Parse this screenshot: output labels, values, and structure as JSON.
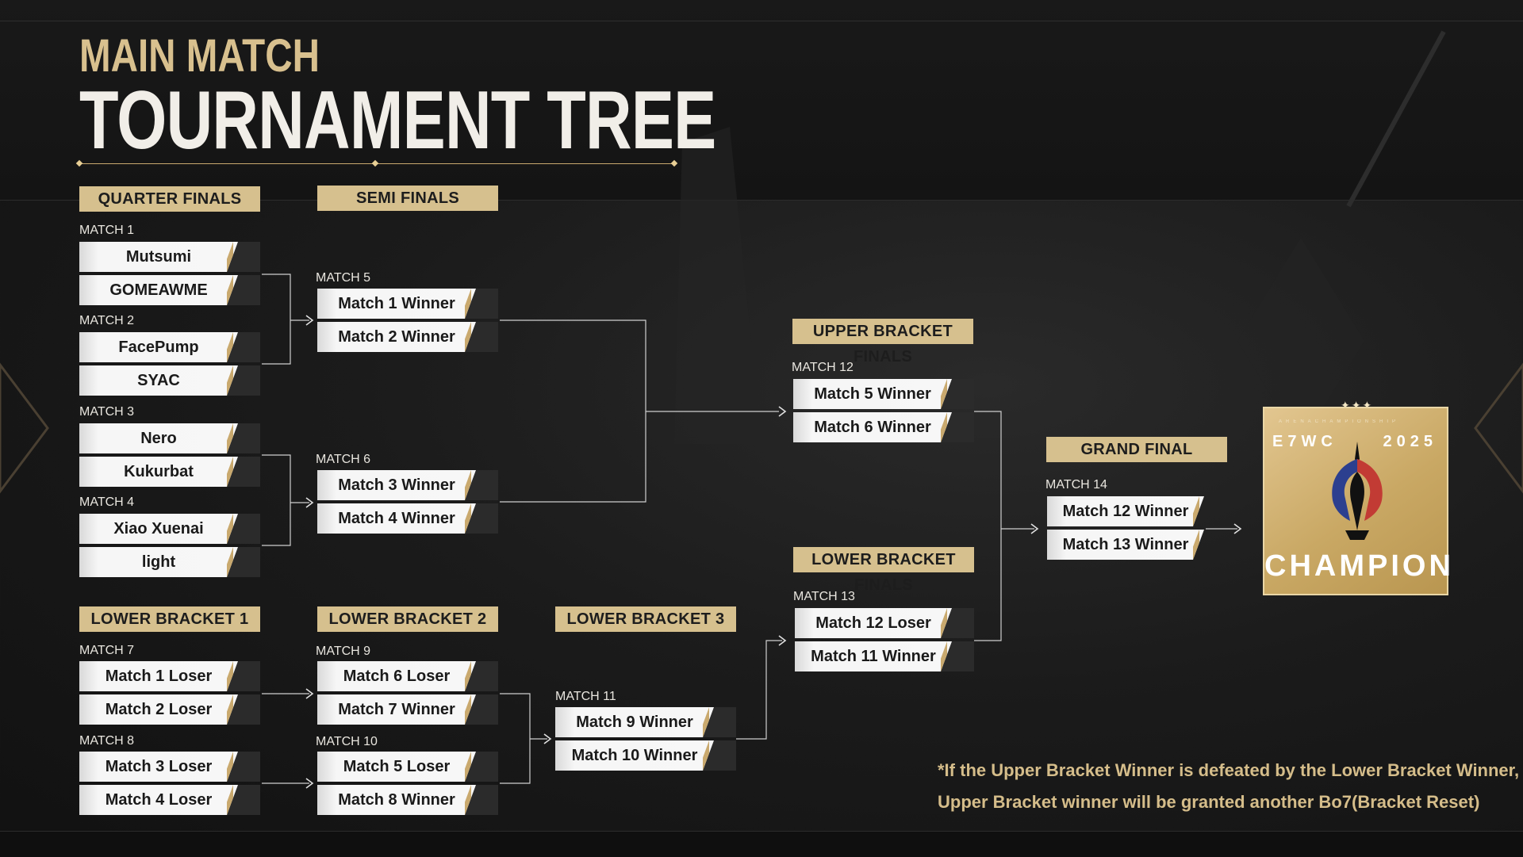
{
  "header": {
    "subtitle": "MAIN MATCH",
    "title": "TOURNAMENT TREE"
  },
  "sections": {
    "quarter_finals": "QUARTER FINALS",
    "semi_finals": "SEMI FINALS",
    "upper_bracket_finals": "UPPER BRACKET FINALS",
    "lower_bracket_finals": "LOWER BRACKET FINALS",
    "grand_final": "GRAND FINAL",
    "lower_bracket_1": "LOWER BRACKET 1",
    "lower_bracket_2": "LOWER BRACKET 2",
    "lower_bracket_3": "LOWER BRACKET 3"
  },
  "matches": {
    "m1": {
      "label": "MATCH 1",
      "a": "Mutsumi",
      "b": "GOMEAWME"
    },
    "m2": {
      "label": "MATCH 2",
      "a": "FacePump",
      "b": "SYAC"
    },
    "m3": {
      "label": "MATCH 3",
      "a": "Nero",
      "b": "Kukurbat"
    },
    "m4": {
      "label": "MATCH 4",
      "a": "Xiao Xuenai",
      "b": "light"
    },
    "m5": {
      "label": "MATCH 5",
      "a": "Match 1 Winner",
      "b": "Match 2 Winner"
    },
    "m6": {
      "label": "MATCH 6",
      "a": "Match 3 Winner",
      "b": "Match 4 Winner"
    },
    "m7": {
      "label": "MATCH 7",
      "a": "Match 1 Loser",
      "b": "Match 2 Loser"
    },
    "m8": {
      "label": "MATCH 8",
      "a": "Match 3 Loser",
      "b": "Match 4 Loser"
    },
    "m9": {
      "label": "MATCH 9",
      "a": "Match 6 Loser",
      "b": "Match 7 Winner"
    },
    "m10": {
      "label": "MATCH 10",
      "a": "Match 5 Loser",
      "b": "Match 8 Winner"
    },
    "m11": {
      "label": "MATCH 11",
      "a": "Match 9 Winner",
      "b": "Match 10 Winner"
    },
    "m12": {
      "label": "MATCH 12",
      "a": "Match 5 Winner",
      "b": "Match 6 Winner"
    },
    "m13": {
      "label": "MATCH 13",
      "a": "Match 12 Loser",
      "b": "Match 11 Winner"
    },
    "m14": {
      "label": "MATCH 14",
      "a": "Match 12 Winner",
      "b": "Match 13 Winner"
    }
  },
  "champion": {
    "arena_line": "ARENACHAMPIONSHIP",
    "event": "E7WC",
    "year": "2025",
    "word": "CHAMPION"
  },
  "note": {
    "line1": "*If the Upper Bracket Winner is defeated by the Lower Bracket Winner,",
    "line2": "Upper Bracket winner will be granted another Bo7(Bracket Reset)"
  },
  "colors": {
    "gold": "#d6c08e",
    "slot_white": "#f6f6f6",
    "background": "#1b1b1b"
  }
}
